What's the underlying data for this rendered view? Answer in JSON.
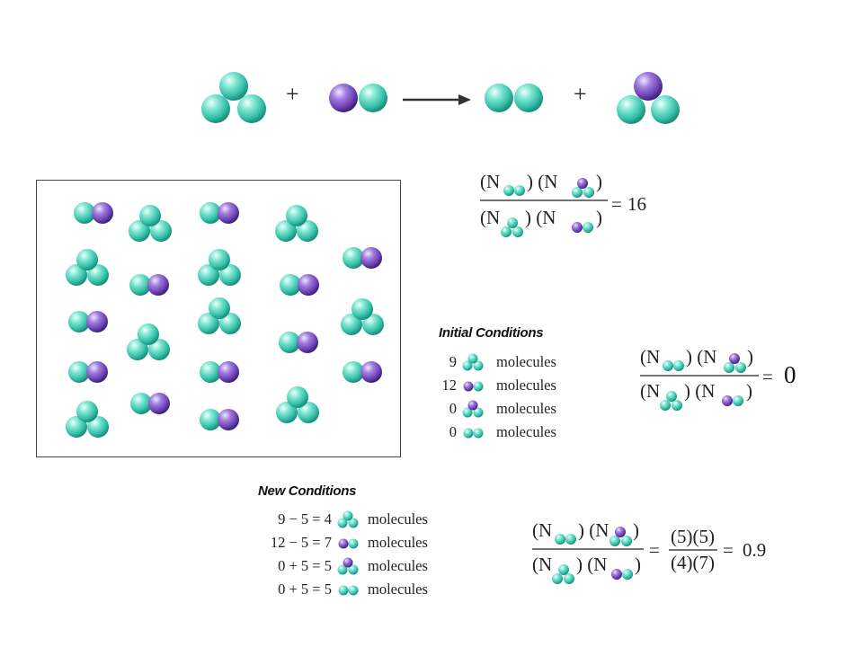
{
  "reaction": {
    "plus": "+",
    "reactants": [
      "teal-trimer",
      "purple-teal-dimer"
    ],
    "products": [
      "teal-dimer",
      "purple-teal-trimer"
    ]
  },
  "equilibrium_expression": {
    "equals": "=",
    "value": "16"
  },
  "initial_conditions": {
    "heading": "Initial Conditions",
    "rows": [
      {
        "count": "9",
        "molecule": "teal-trimer",
        "label": "molecules"
      },
      {
        "count": "12",
        "molecule": "purple-teal-dimer",
        "label": "molecules"
      },
      {
        "count": "0",
        "molecule": "purple-teal-trimer",
        "label": "molecules"
      },
      {
        "count": "0",
        "molecule": "teal-dimer",
        "label": "molecules"
      }
    ],
    "quotient": {
      "equals": "=",
      "value": "0"
    }
  },
  "new_conditions": {
    "heading": "New Conditions",
    "rows": [
      {
        "count": "9 − 5 = 4",
        "molecule": "teal-trimer",
        "label": "molecules"
      },
      {
        "count": "12 − 5 = 7",
        "molecule": "purple-teal-dimer",
        "label": "molecules"
      },
      {
        "count": "0 + 5 = 5",
        "molecule": "purple-teal-trimer",
        "label": "molecules"
      },
      {
        "count": "0 + 5 = 5",
        "molecule": "teal-dimer",
        "label": "molecules"
      }
    ],
    "quotient": {
      "equals": "=",
      "numerator": "(5)(5)",
      "denominator": "(4)(7)",
      "equals2": "=",
      "value": "0.9"
    }
  },
  "box_molecules": {
    "count_trimer": 9,
    "count_dimer": 12
  },
  "colors": {
    "teal": "#4fd3bc",
    "teal_dark": "#148f7d",
    "purple": "#8b5cc4",
    "purple_dark": "#4b2a86"
  }
}
